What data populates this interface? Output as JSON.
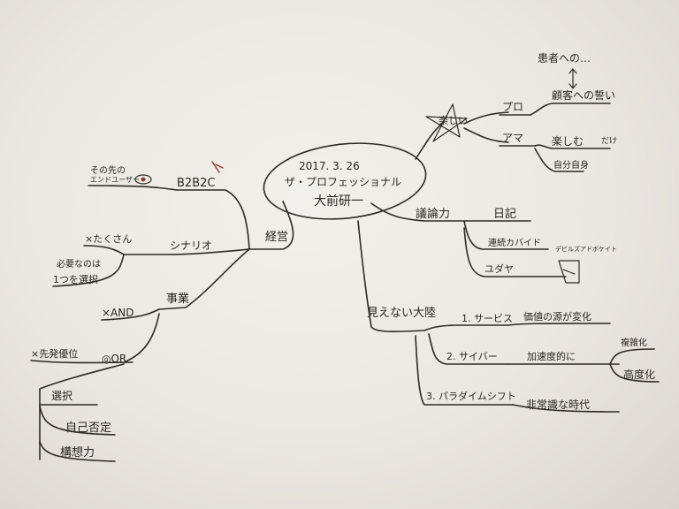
{
  "center": {
    "line1": "2017. 3. 26",
    "line2": "ザ・プロフェッショナル",
    "line3": "大前研一"
  },
  "top_right": {
    "fun": "楽しい",
    "pro": "プロ",
    "ama": "アマ",
    "patients": "患者への…",
    "customer_oath": "顧客への誓い",
    "fun_only": "楽しむ",
    "dake": "だけ",
    "self": "自分自身"
  },
  "right": {
    "discussion": "議論力",
    "diary": "日記",
    "continuous": "連続カバイド",
    "devil": "デビルズアドボケイト",
    "reverse": "ユダヤ"
  },
  "bottom_right": {
    "invisible": "見えない大陸",
    "service": "1. サービス",
    "value_change": "価値の源が変化",
    "cyber": "2. サイバー",
    "accelerate": "加速度的に",
    "complex": "複雑化",
    "advanced": "高度化",
    "paradigm": "3. パラダイムシフト",
    "unusual": "非常識な時代"
  },
  "left": {
    "management": "経営",
    "b2b2c": "B2B2C",
    "beyond": "その先の",
    "end_user": "エンドユーザー",
    "scenario": "シナリオ",
    "many": "×たくさん",
    "must": "必要なのは",
    "choose_one": "1つを選択",
    "business": "事業",
    "xand": "×AND",
    "first_mover": "×先発優位",
    "or": "◎OR",
    "select": "選択",
    "self_denial": "自己否定",
    "concept": "構想力"
  }
}
